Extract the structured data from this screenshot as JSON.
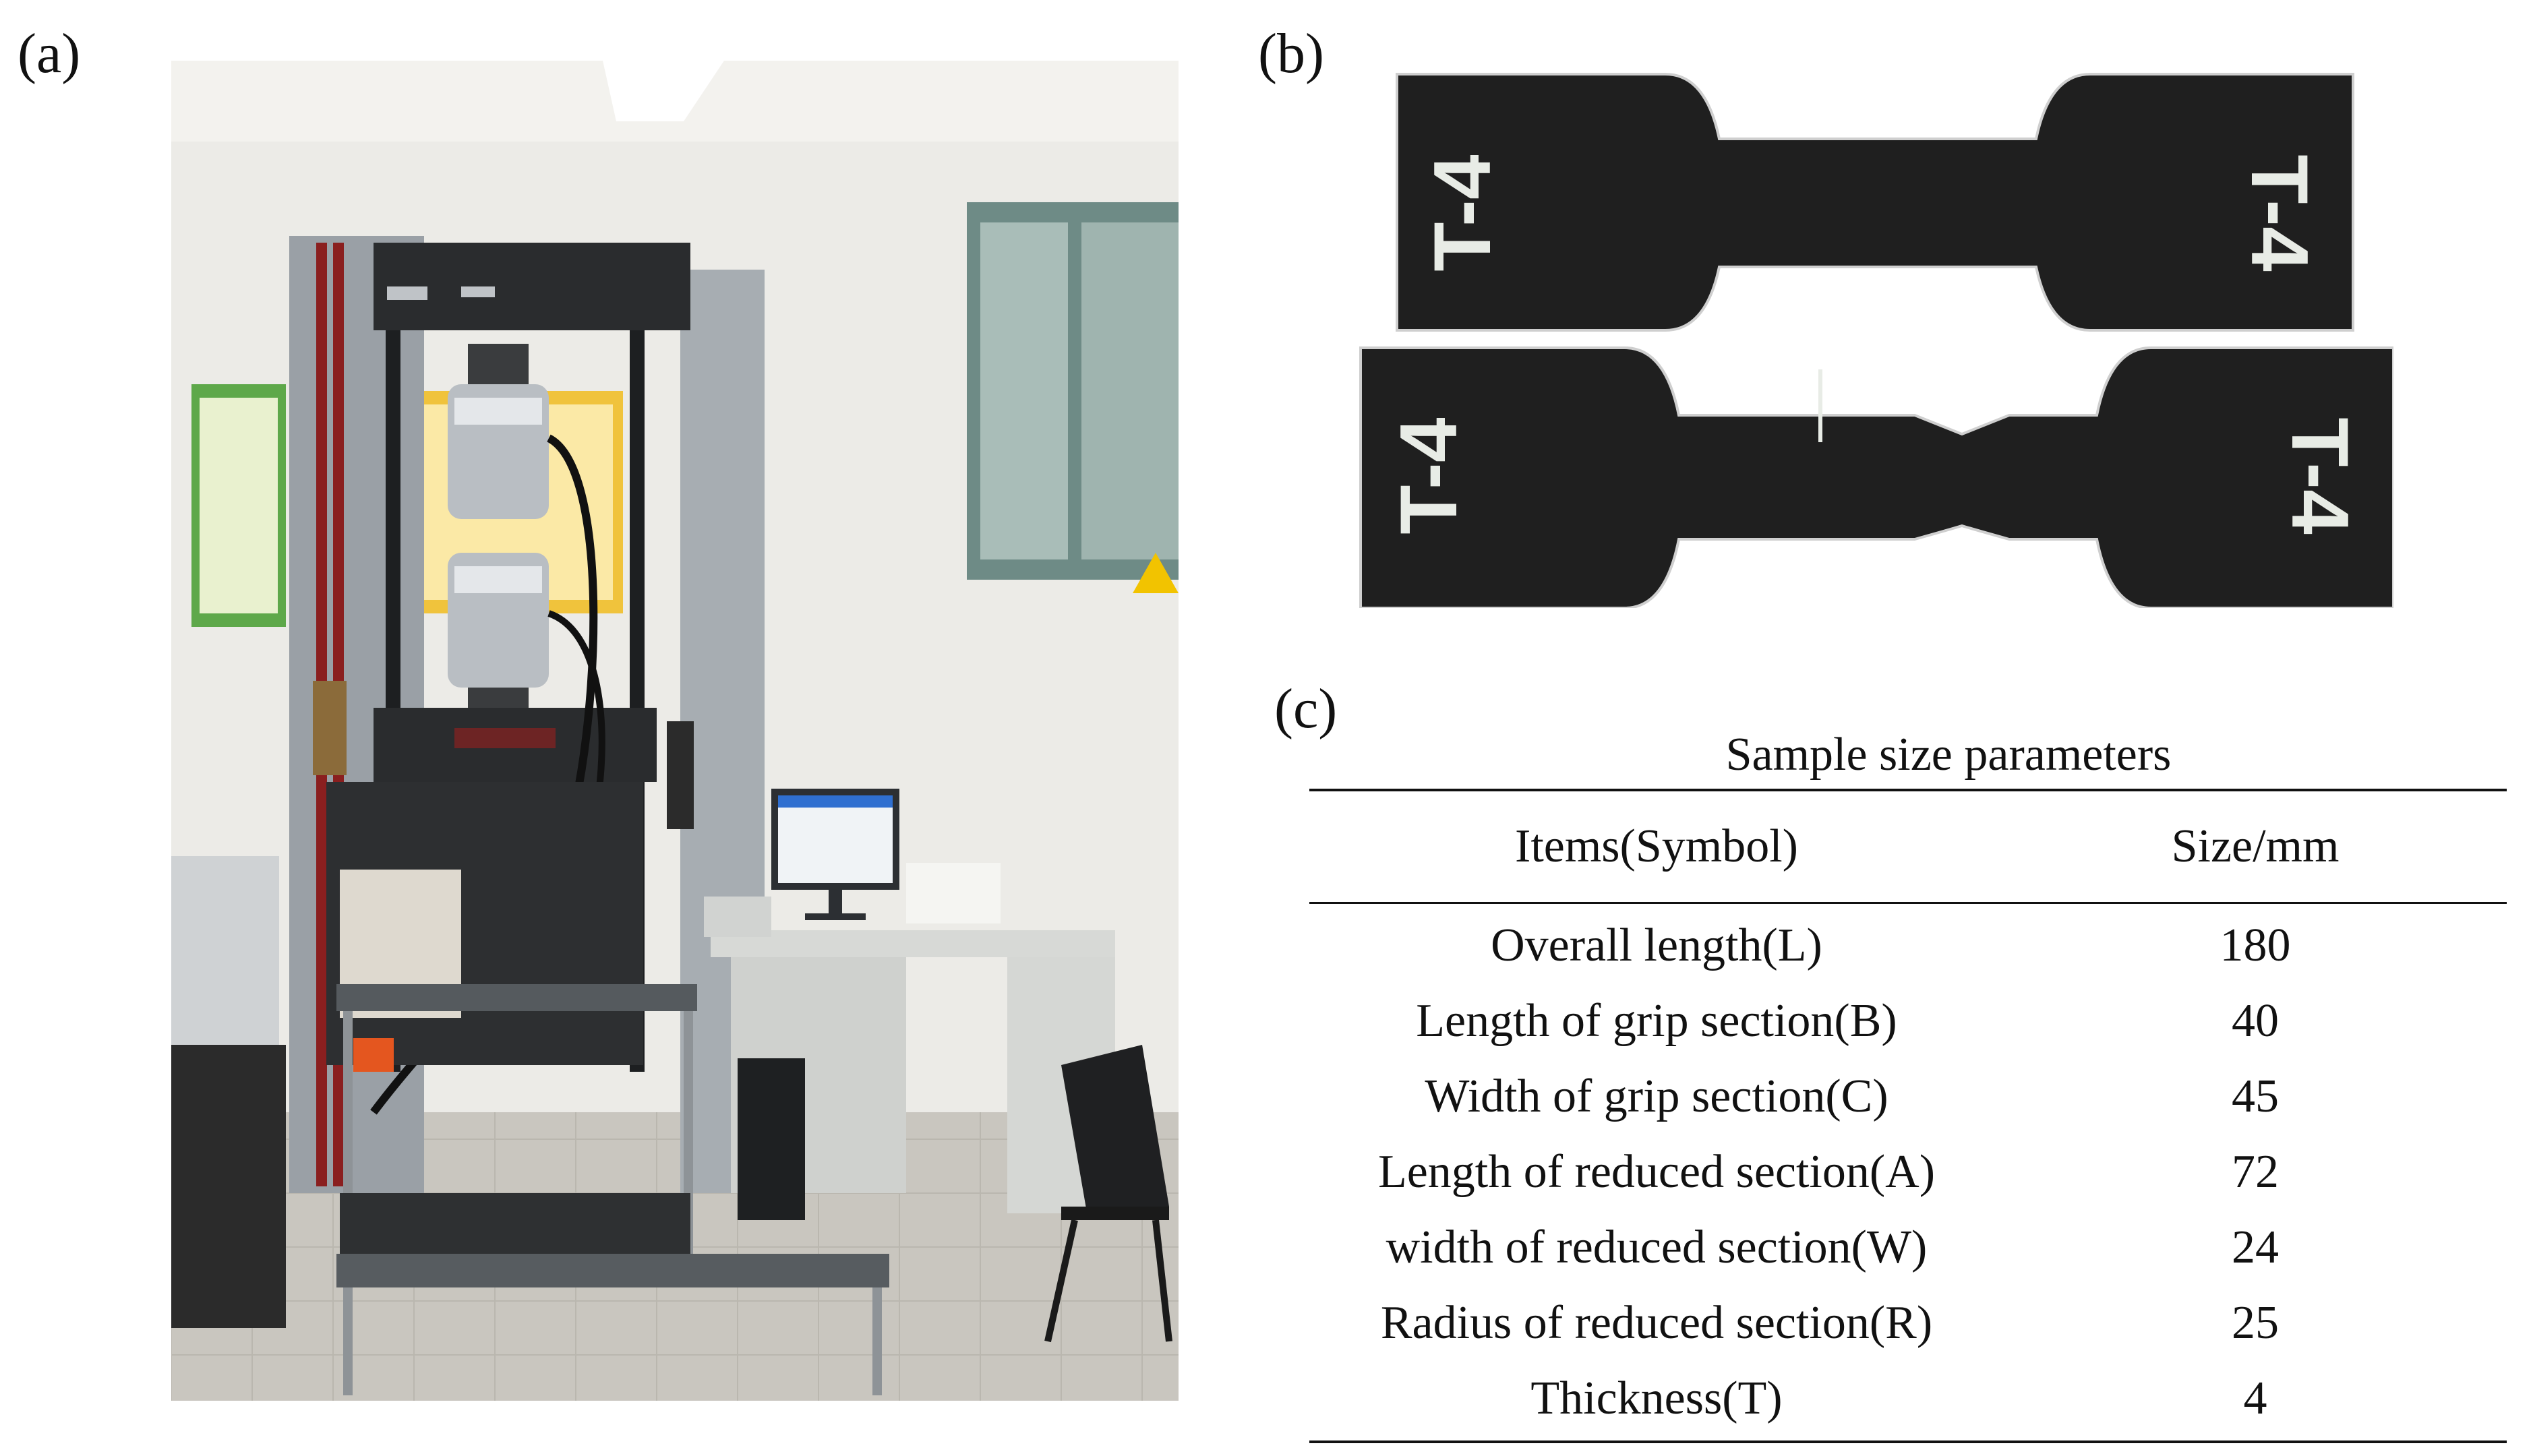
{
  "panels": {
    "a": {
      "label": "(a)",
      "photo_icon": "universal-testing-machine-photo"
    },
    "b": {
      "label": "(b)",
      "photo_icon": "dogbone-specimens-photo",
      "specimen_marking": "T-4"
    },
    "c": {
      "label": "(c)"
    }
  },
  "table": {
    "caption": "Sample size parameters",
    "headers": [
      "Items(Symbol)",
      "Size/mm"
    ],
    "rows": [
      [
        "Overall length(L)",
        "180"
      ],
      [
        "Length of grip section(B)",
        "40"
      ],
      [
        "Width of grip section(C)",
        "45"
      ],
      [
        "Length of reduced section(A)",
        "72"
      ],
      [
        "width of reduced section(W)",
        "24"
      ],
      [
        "Radius of reduced section(R)",
        "25"
      ],
      [
        "Thickness(T)",
        "4"
      ]
    ]
  },
  "colors": {
    "specimen": "#1f1f1f",
    "marking": "#e8ece6",
    "frame_gray": "#9aa0a6",
    "frame_red": "#8a1f1f"
  }
}
